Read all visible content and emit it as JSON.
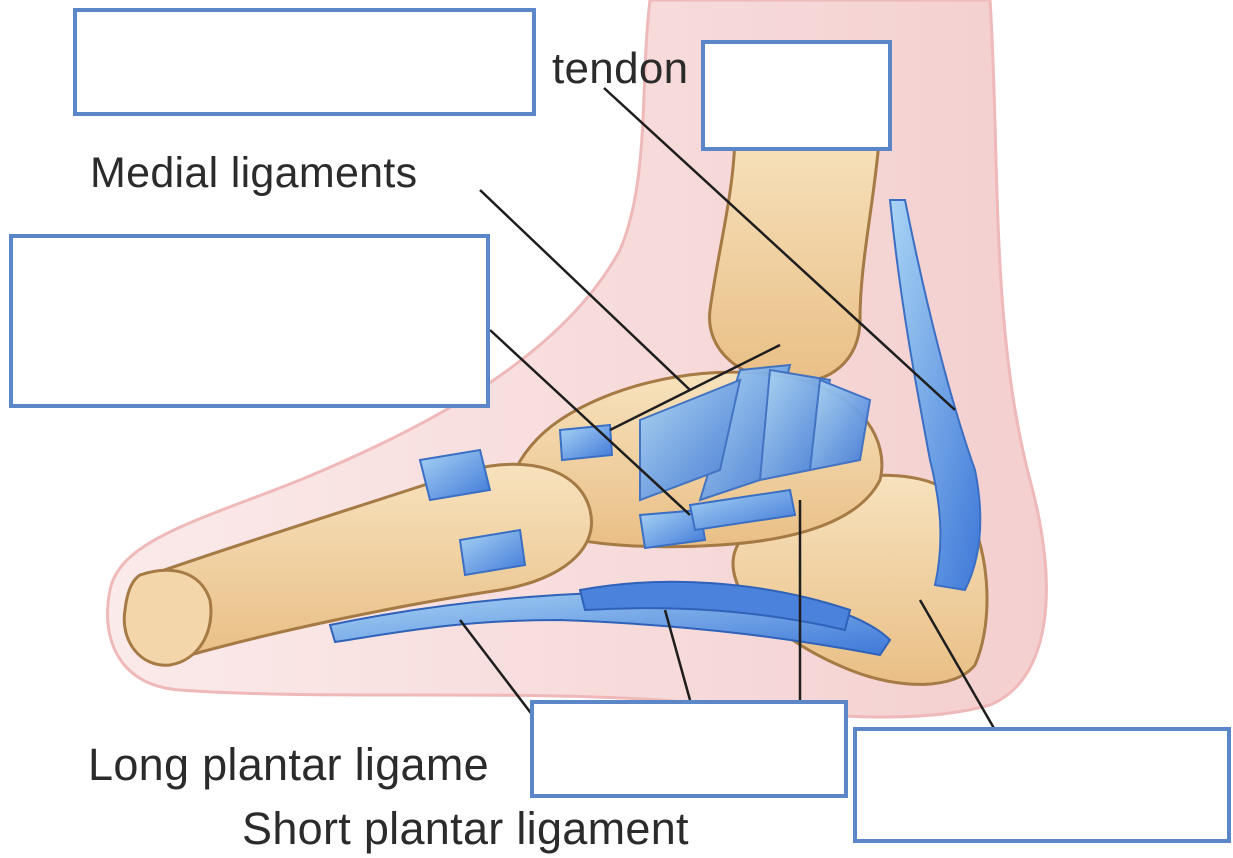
{
  "labels": {
    "tendon": "tendon",
    "medial_ligaments": "Medial ligaments",
    "long_plantar": "Long plantar ligame",
    "short_plantar": "Short plantar ligament"
  },
  "answer_boxes": [
    "",
    "",
    "",
    "",
    ""
  ],
  "colors": {
    "box_border": "#5b86c8",
    "bone": "#f1d2a2",
    "ligament": "#5a8ee0",
    "skin": "#f6d6d6"
  }
}
